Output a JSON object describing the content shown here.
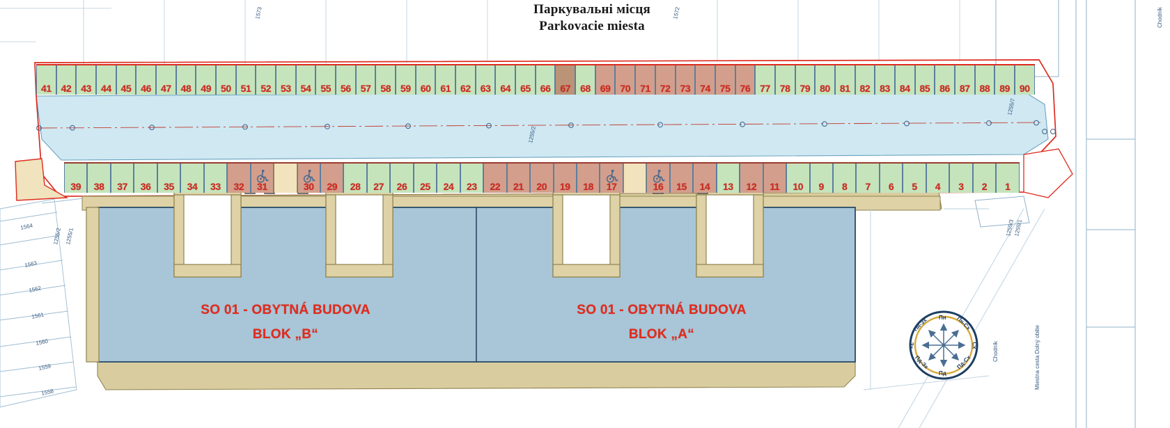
{
  "title": {
    "line_uk": "Паркувальні місця",
    "line_sk": "Parkovacie miesta"
  },
  "colors": {
    "green_space": "#c6e4bb",
    "salmon_space": "#d39f8c",
    "tan_space": "#bb9477",
    "cream_strip": "#f0e3bd",
    "building_fill": "#a8c6d8",
    "road_fill": "#cfe8f2",
    "number_red": "#cc2a22",
    "label_red": "#e02b1d",
    "divider_blue": "#5b7f9e",
    "outline_red": "#dd2b1e",
    "compass_navy": "#1d3e63",
    "compass_gold": "#d7a93f"
  },
  "parking": {
    "top_row": {
      "label": "top-parking-row",
      "spaces": [
        {
          "n": "41",
          "fill": "g"
        },
        {
          "n": "42",
          "fill": "g"
        },
        {
          "n": "43",
          "fill": "g"
        },
        {
          "n": "44",
          "fill": "g"
        },
        {
          "n": "45",
          "fill": "g"
        },
        {
          "n": "46",
          "fill": "g"
        },
        {
          "n": "47",
          "fill": "g"
        },
        {
          "n": "48",
          "fill": "g"
        },
        {
          "n": "49",
          "fill": "g"
        },
        {
          "n": "50",
          "fill": "g"
        },
        {
          "n": "51",
          "fill": "g"
        },
        {
          "n": "52",
          "fill": "g"
        },
        {
          "n": "53",
          "fill": "g"
        },
        {
          "n": "54",
          "fill": "g"
        },
        {
          "n": "55",
          "fill": "g"
        },
        {
          "n": "56",
          "fill": "g"
        },
        {
          "n": "57",
          "fill": "g"
        },
        {
          "n": "58",
          "fill": "g"
        },
        {
          "n": "59",
          "fill": "g"
        },
        {
          "n": "60",
          "fill": "g"
        },
        {
          "n": "61",
          "fill": "g"
        },
        {
          "n": "62",
          "fill": "g"
        },
        {
          "n": "63",
          "fill": "g"
        },
        {
          "n": "64",
          "fill": "g"
        },
        {
          "n": "65",
          "fill": "g"
        },
        {
          "n": "66",
          "fill": "g"
        },
        {
          "n": "67",
          "fill": "t"
        },
        {
          "n": "68",
          "fill": "g"
        },
        {
          "n": "69",
          "fill": "s"
        },
        {
          "n": "70",
          "fill": "s"
        },
        {
          "n": "71",
          "fill": "s"
        },
        {
          "n": "72",
          "fill": "s"
        },
        {
          "n": "73",
          "fill": "s"
        },
        {
          "n": "74",
          "fill": "s"
        },
        {
          "n": "75",
          "fill": "s"
        },
        {
          "n": "76",
          "fill": "s"
        },
        {
          "n": "77",
          "fill": "g"
        },
        {
          "n": "78",
          "fill": "g"
        },
        {
          "n": "79",
          "fill": "g"
        },
        {
          "n": "80",
          "fill": "g"
        },
        {
          "n": "81",
          "fill": "g"
        },
        {
          "n": "82",
          "fill": "g"
        },
        {
          "n": "83",
          "fill": "g"
        },
        {
          "n": "84",
          "fill": "g"
        },
        {
          "n": "85",
          "fill": "g"
        },
        {
          "n": "86",
          "fill": "g"
        },
        {
          "n": "87",
          "fill": "g"
        },
        {
          "n": "88",
          "fill": "g"
        },
        {
          "n": "89",
          "fill": "g"
        },
        {
          "n": "90",
          "fill": "g"
        }
      ]
    },
    "bottom_row": {
      "label": "bottom-parking-row",
      "spaces": [
        {
          "n": "39",
          "fill": "g"
        },
        {
          "n": "38",
          "fill": "g"
        },
        {
          "n": "37",
          "fill": "g"
        },
        {
          "n": "36",
          "fill": "g"
        },
        {
          "n": "35",
          "fill": "g"
        },
        {
          "n": "34",
          "fill": "g"
        },
        {
          "n": "33",
          "fill": "g"
        },
        {
          "n": "32",
          "fill": "s"
        },
        {
          "n": "31",
          "fill": "s",
          "accessible": true
        },
        {
          "n": "",
          "fill": "cream"
        },
        {
          "n": "30",
          "fill": "s",
          "accessible": true
        },
        {
          "n": "29",
          "fill": "s"
        },
        {
          "n": "28",
          "fill": "g"
        },
        {
          "n": "27",
          "fill": "g"
        },
        {
          "n": "26",
          "fill": "g"
        },
        {
          "n": "25",
          "fill": "g"
        },
        {
          "n": "24",
          "fill": "g"
        },
        {
          "n": "23",
          "fill": "g"
        },
        {
          "n": "22",
          "fill": "s"
        },
        {
          "n": "21",
          "fill": "s"
        },
        {
          "n": "20",
          "fill": "s"
        },
        {
          "n": "19",
          "fill": "s"
        },
        {
          "n": "18",
          "fill": "s"
        },
        {
          "n": "17",
          "fill": "s",
          "accessible": true
        },
        {
          "n": "",
          "fill": "cream"
        },
        {
          "n": "16",
          "fill": "s",
          "accessible": true
        },
        {
          "n": "15",
          "fill": "s"
        },
        {
          "n": "14",
          "fill": "s"
        },
        {
          "n": "13",
          "fill": "g"
        },
        {
          "n": "12",
          "fill": "s"
        },
        {
          "n": "11",
          "fill": "s"
        },
        {
          "n": "10",
          "fill": "g"
        },
        {
          "n": "9",
          "fill": "g"
        },
        {
          "n": "8",
          "fill": "g"
        },
        {
          "n": "7",
          "fill": "g"
        },
        {
          "n": "6",
          "fill": "g"
        },
        {
          "n": "5",
          "fill": "g"
        },
        {
          "n": "4",
          "fill": "g"
        },
        {
          "n": "3",
          "fill": "g"
        },
        {
          "n": "2",
          "fill": "g"
        },
        {
          "n": "1",
          "fill": "g"
        }
      ]
    }
  },
  "buildings": [
    {
      "id": "block-b",
      "line1": "SO 01 - OBYTNÁ BUDOVA",
      "line2": "BLOK „B“"
    },
    {
      "id": "block-a",
      "line1": "SO 01 - OBYTNÁ BUDOVA",
      "line2": "BLOK „A“"
    }
  ],
  "compass": {
    "name": "compass-rose",
    "directions": {
      "n": "Пн",
      "ne": "Пн-Сх",
      "e": "Сх",
      "se": "Пд-Сх",
      "s": "Пд",
      "sw": "Пд-Зх",
      "w": "Зх",
      "nw": "Пн-Зх"
    }
  },
  "annotations": {
    "road_right": "Miestna cesta Dolný obilie",
    "road_far_right": "Chodník",
    "road_label_2": "Chodník",
    "parcels": [
      "1573",
      "1572",
      "1563",
      "1562",
      "1561",
      "1560",
      "1559",
      "1558",
      "1564"
    ],
    "dims": [
      "1255/2",
      "1255/7",
      "1255/1",
      "1255/3"
    ]
  }
}
